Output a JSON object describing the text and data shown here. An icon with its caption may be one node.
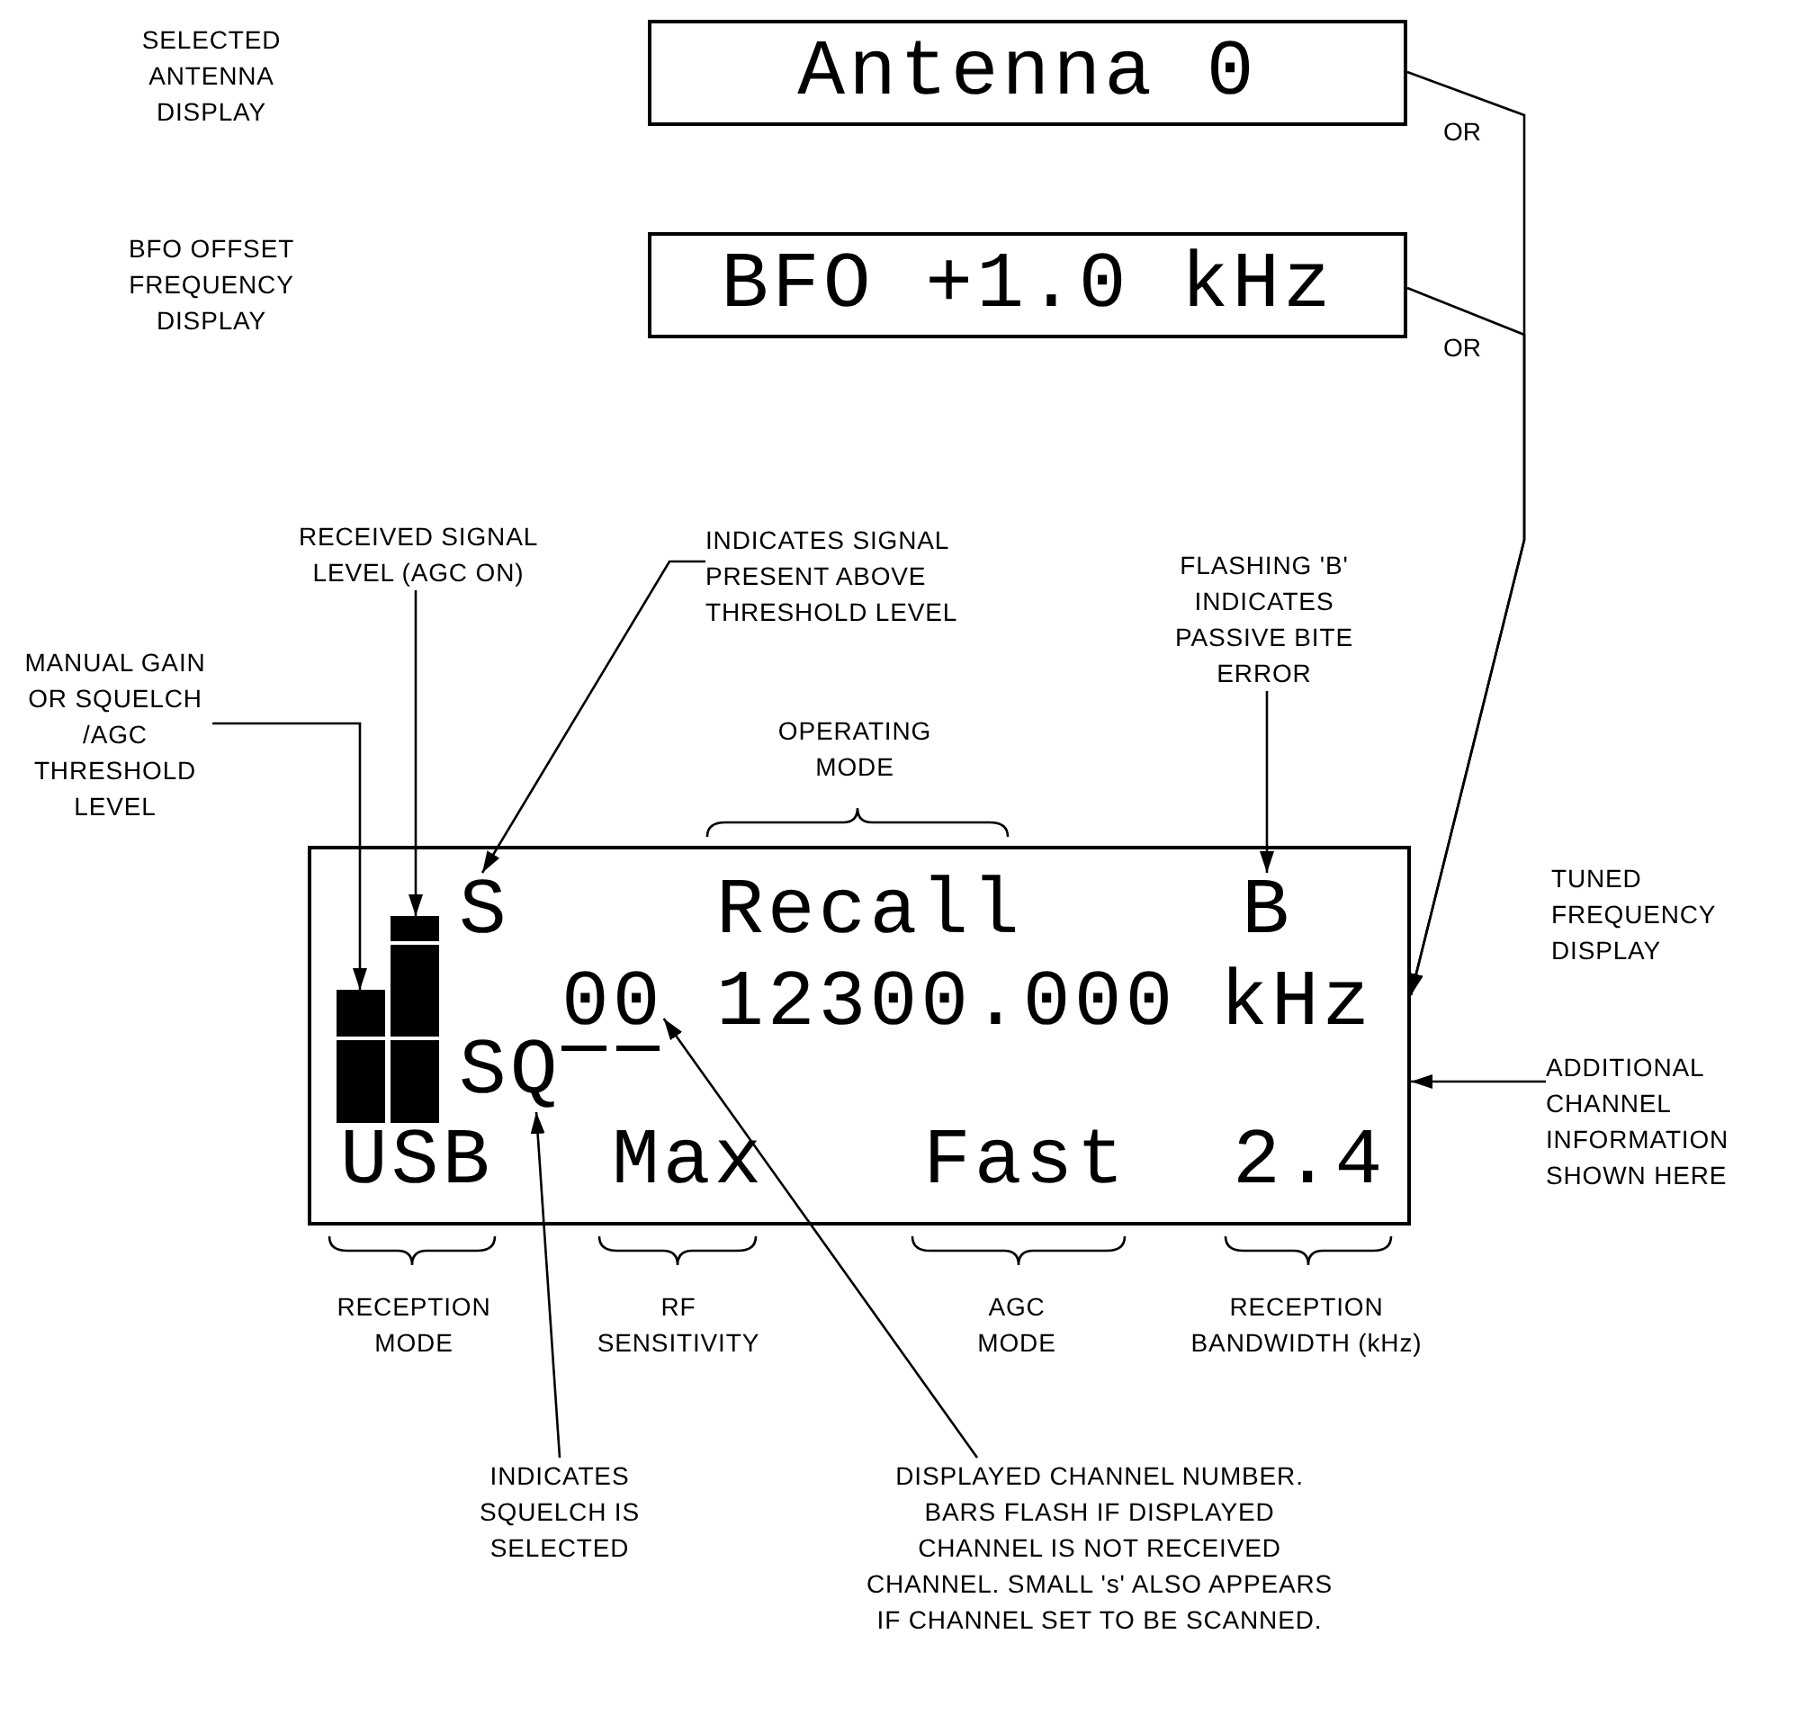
{
  "diagram": {
    "nodes": [
      {
        "text": [
          "SELECTED ANTENNA DISPLAY"
        ]
      },
      {
        "text": [
          "Antenna 0"
        ]
      },
      {
        "text": [
          "BFO OFFSET FREQUENCY DISPLAY"
        ]
      },
      {
        "text": [
          "BFO +1.0 kHz"
        ]
      },
      {
        "text": [],
        "shape": "box"
      },
      {
        "text": [],
        "shape": "bar",
        "in": 4
      },
      {
        "text": [],
        "shape": "bar",
        "in": 4
      },
      {
        "text": [
          "S"
        ],
        "in": 4
      },
      {
        "text": [
          "Recall"
        ],
        "in": 4
      },
      {
        "text": [
          "B"
        ],
        "in": 4
      },
      {
        "text": [
          "00"
        ],
        "in": 4
      },
      {
        "text": [
          "12300.000"
        ],
        "in": 4
      },
      {
        "text": [
          "kHz"
        ],
        "in": 4
      },
      {
        "text": [
          "SQ"
        ],
        "in": 4
      },
      {
        "text": [
          "USB"
        ],
        "in": 4
      },
      {
        "text": [
          "Max"
        ],
        "in": 4
      },
      {
        "text": [
          "Fast"
        ],
        "in": 4
      },
      {
        "text": [
          "2.4"
        ],
        "in": 4
      },
      {
        "text": [
          "MANUAL GAIN OR SQUELCH /AGC THRESHOLD LEVEL"
        ]
      },
      {
        "text": [
          "RECEIVED SIGNAL LEVEL (AGC ON)"
        ]
      },
      {
        "text": [
          "INDICATES SIGNAL PRESENT ABOVE THRESHOLD LEVEL"
        ]
      },
      {
        "text": [
          "FLASHING 'B' INDICATES PASSIVE BITE ERROR"
        ]
      },
      {
        "text": [
          "ADDITIONAL CHANNEL INFORMATION SHOWN HERE"
        ]
      },
      {
        "text": [
          "INDICATES SQUELCH IS SELECTED"
        ]
      },
      {
        "text": [
          "DISPLAYED CHANNEL NUMBER. BARS FLASH IF DISPLAYED CHANNEL IS NOT RECEIVED CHANNEL. SMALL 's' ALSO APPEARS IF CHANNEL SET TO BE SCANNED."
        ]
      }
    ],
    "edges": [
      {
        "from": 18,
        "to": 5,
        "arrow": "to"
      },
      {
        "from": 19,
        "to": 6,
        "arrow": "to"
      },
      {
        "from": 20,
        "to": 7,
        "arrow": "to"
      },
      {
        "from": 21,
        "to": 9,
        "arrow": "to"
      },
      {
        "from": 1,
        "to": 4,
        "arrow": "to",
        "label": "OR"
      },
      {
        "from": 3,
        "to": 4,
        "arrow": "to",
        "label": "OR"
      },
      {
        "from": 22,
        "to": 4,
        "arrow": "to"
      },
      {
        "from": 23,
        "to": 13,
        "arrow": "to"
      },
      {
        "from": 24,
        "to": 10,
        "arrow": "to"
      }
    ],
    "labels": [
      "OPERATING MODE",
      "TUNED FREQUENCY DISPLAY",
      "RECEPTION MODE",
      "RF SENSITIVITY",
      "AGC MODE",
      "RECEPTION BANDWIDTH (kHz)"
    ]
  }
}
